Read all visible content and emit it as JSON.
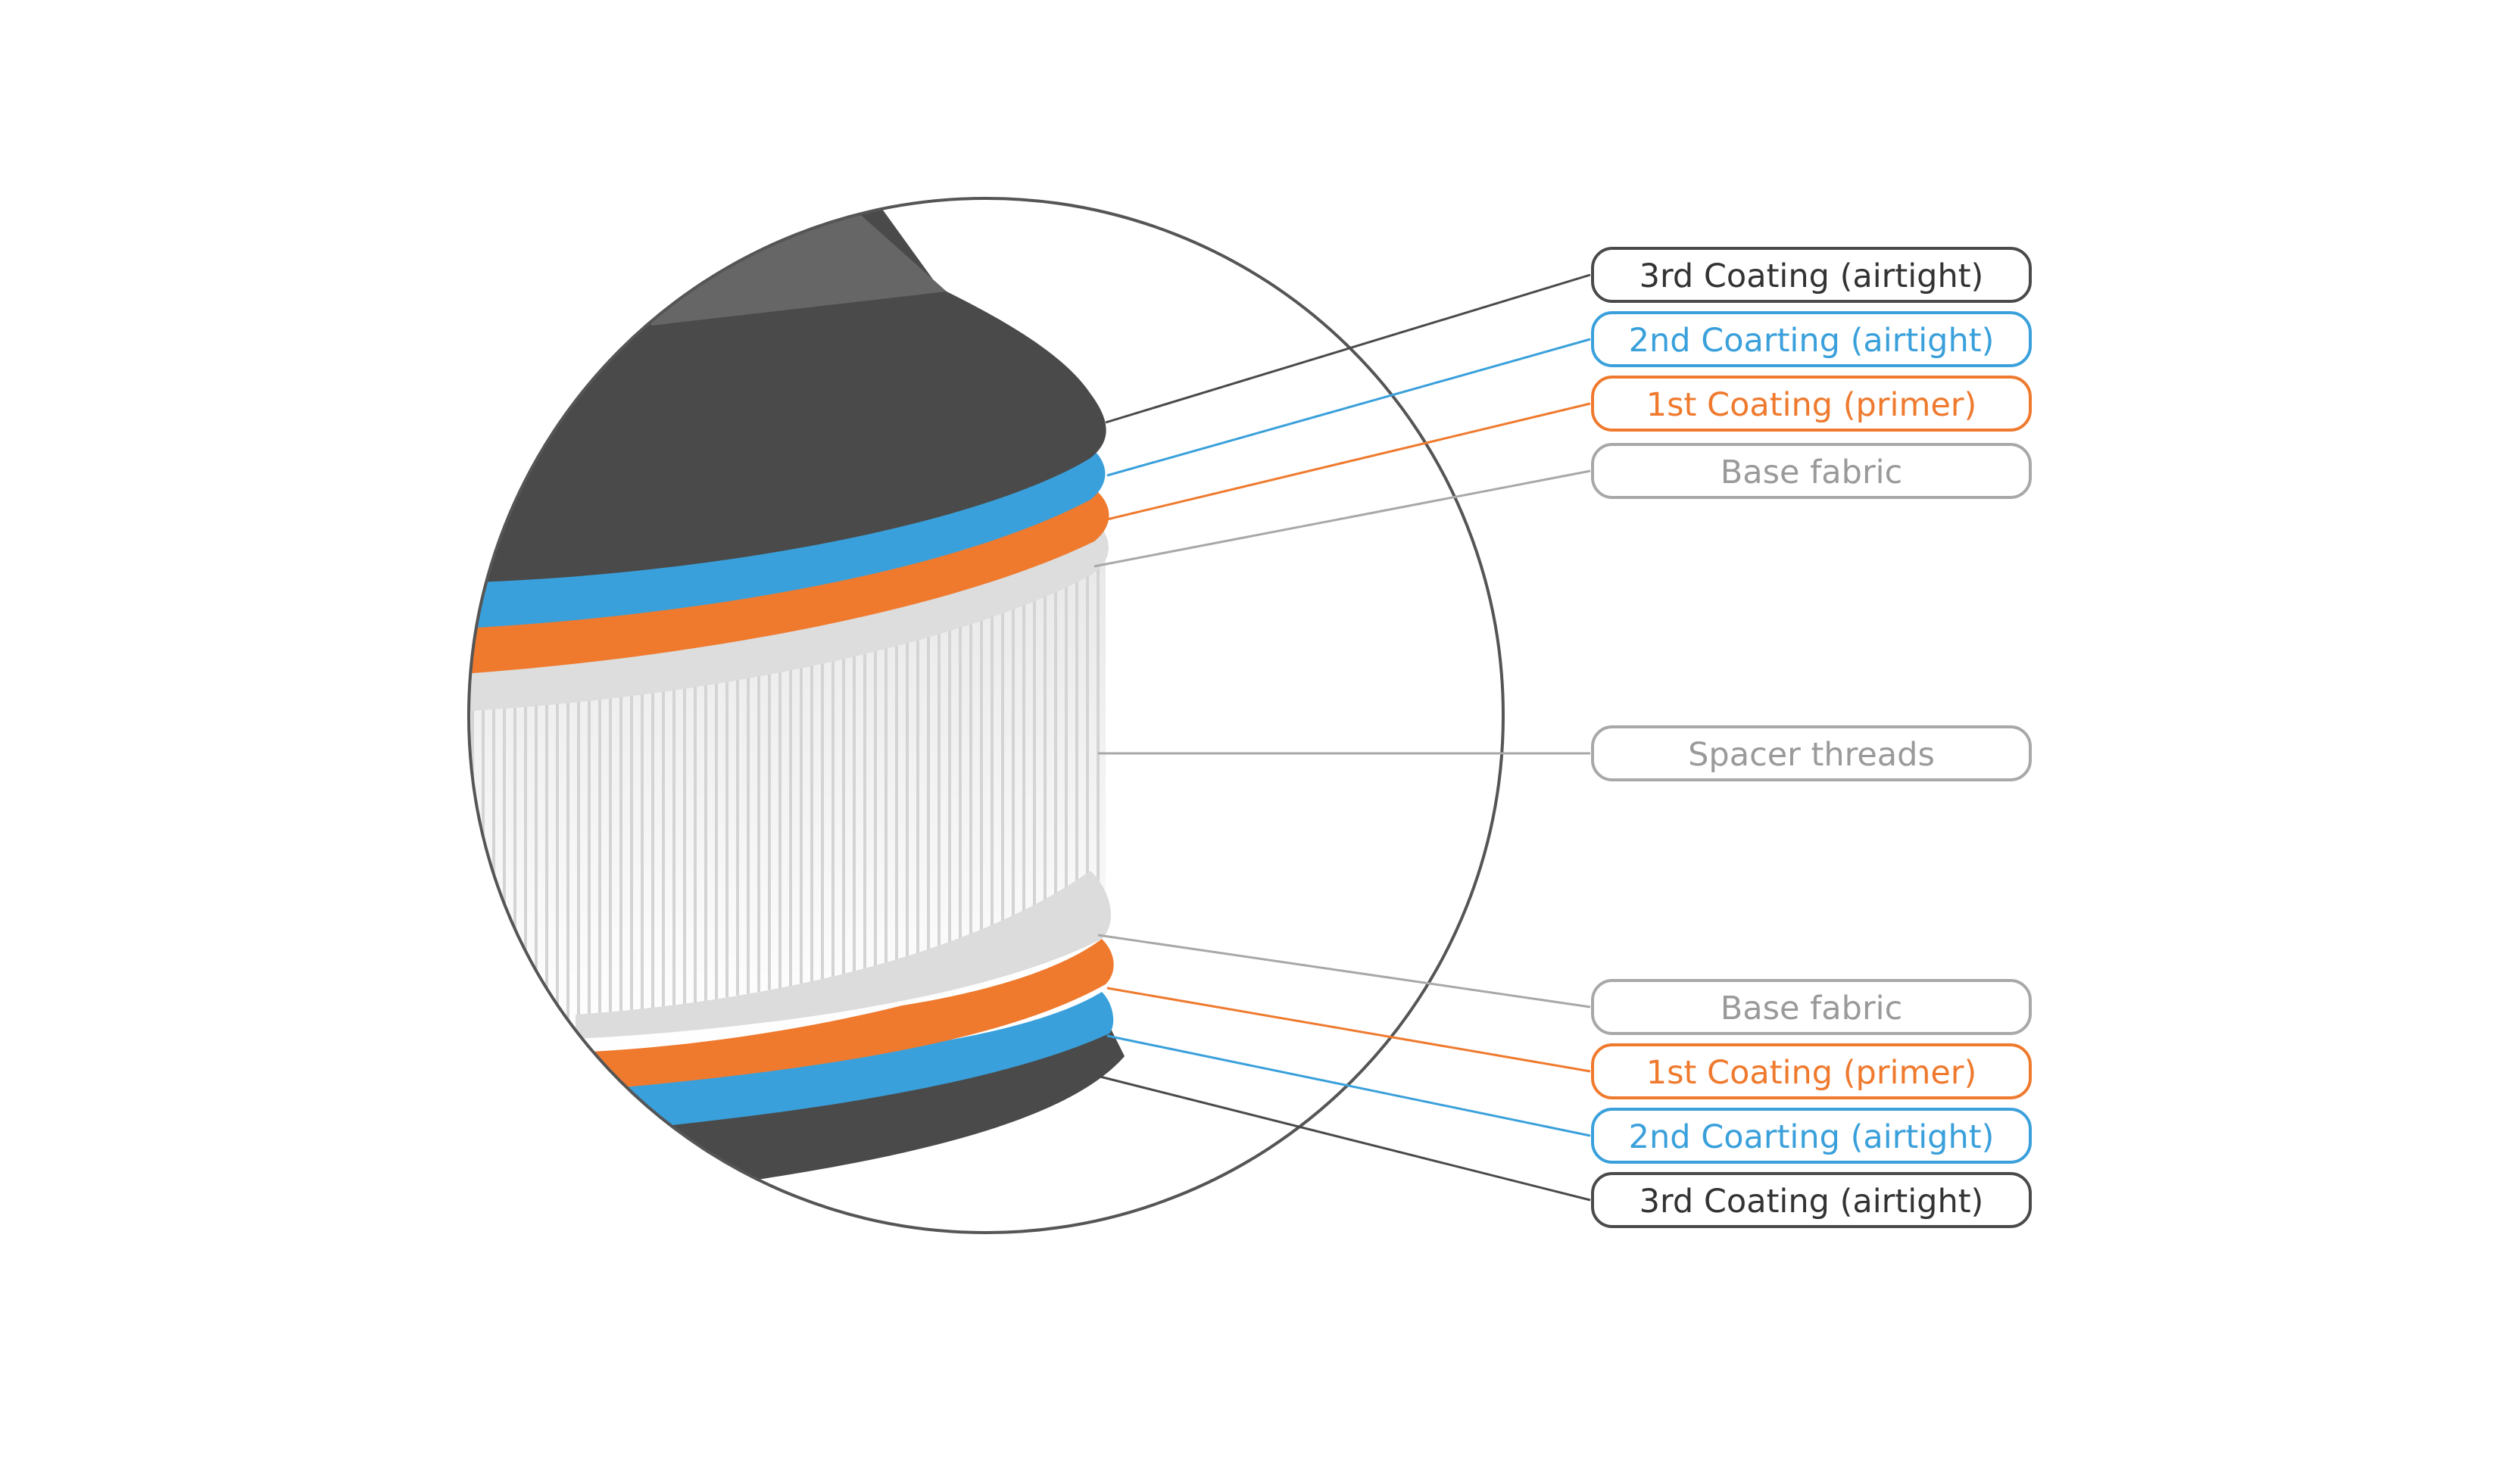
{
  "colors": {
    "third_coating": "#4a4a4a",
    "second_coating": "#3aa0db",
    "first_coating": "#ef7a2e",
    "base_fabric": "#a8a8a8",
    "spacer_threads": "#a8a8a8",
    "circle_outline": "#555555"
  },
  "labels": {
    "top": [
      {
        "id": "third",
        "text": "3rd Coating (airtight)",
        "color": "#4a4a4a",
        "text_color": "#333333"
      },
      {
        "id": "second",
        "text": "2nd Coarting (airtight)",
        "color": "#3aa0db",
        "text_color": "#3aa0db"
      },
      {
        "id": "first",
        "text": "1st Coating (primer)",
        "color": "#ef7a2e",
        "text_color": "#ef7a2e"
      },
      {
        "id": "base",
        "text": "Base fabric",
        "color": "#a8a8a8",
        "text_color": "#9a9a9a"
      }
    ],
    "middle": {
      "id": "spacer",
      "text": "Spacer threads",
      "color": "#a8a8a8",
      "text_color": "#9a9a9a"
    },
    "bottom": [
      {
        "id": "base",
        "text": "Base fabric",
        "color": "#a8a8a8",
        "text_color": "#9a9a9a"
      },
      {
        "id": "first",
        "text": "1st Coating (primer)",
        "color": "#ef7a2e",
        "text_color": "#ef7a2e"
      },
      {
        "id": "second",
        "text": "2nd Coarting (airtight)",
        "color": "#3aa0db",
        "text_color": "#3aa0db"
      },
      {
        "id": "third",
        "text": "3rd Coating (airtight)",
        "color": "#4a4a4a",
        "text_color": "#333333"
      }
    ]
  }
}
